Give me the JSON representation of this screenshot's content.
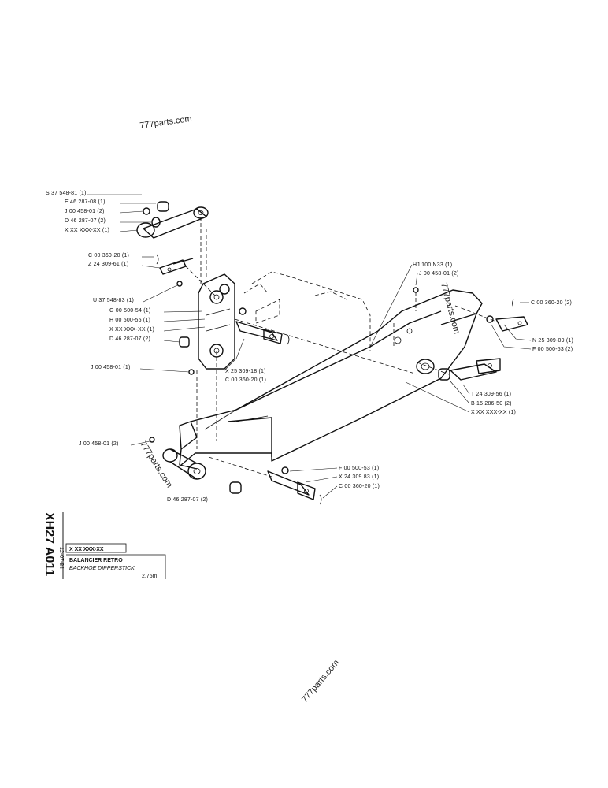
{
  "watermarks": [
    "777parts.com",
    "777parts.com",
    "777parts.com",
    "777parts.com"
  ],
  "callouts_left": [
    "S 37 548-81 (1)",
    "E 46 287-08 (1)",
    "J 00 458-01 (2)",
    "D 46 287-07 (2)",
    "X XX XXX-XX (1)",
    "C 00 360-20 (1)",
    "Z 24 309-61 (1)",
    "U 37 548-83 (1)",
    "G 00 500-54 (1)",
    "H 00 500-55 (1)",
    "X XX XXX-XX (1)",
    "D 46 287-07 (2)",
    "J 00 458-01 (1)",
    "X 25 309-18 (1)",
    "C 00 360-20 (1)",
    "J 00 458-01 (2)",
    "D 46 287-07 (2)"
  ],
  "callouts_right": [
    "HJ 100 N33 (1)",
    "J 00 458-01 (2)",
    "C 00 360-20 (2)",
    "N 25 309-09 (1)",
    "F 00 500-53 (2)",
    "T 24 309-56 (1)",
    "B 15 286-50 (2)",
    "X XX XXX-XX (1)",
    "F 00 500-53 (1)",
    "X 24 309 83 (1)",
    "C 00 360-20 (1)"
  ],
  "title_block": {
    "drawing_code": "XH27 A011",
    "date": "12-07-84",
    "part_ref": "X XX   XXX-XX",
    "title_fr": "BALANCIER RETRO",
    "title_en": "BACKHOE DIPPERSTICK",
    "size": "2,75m"
  }
}
